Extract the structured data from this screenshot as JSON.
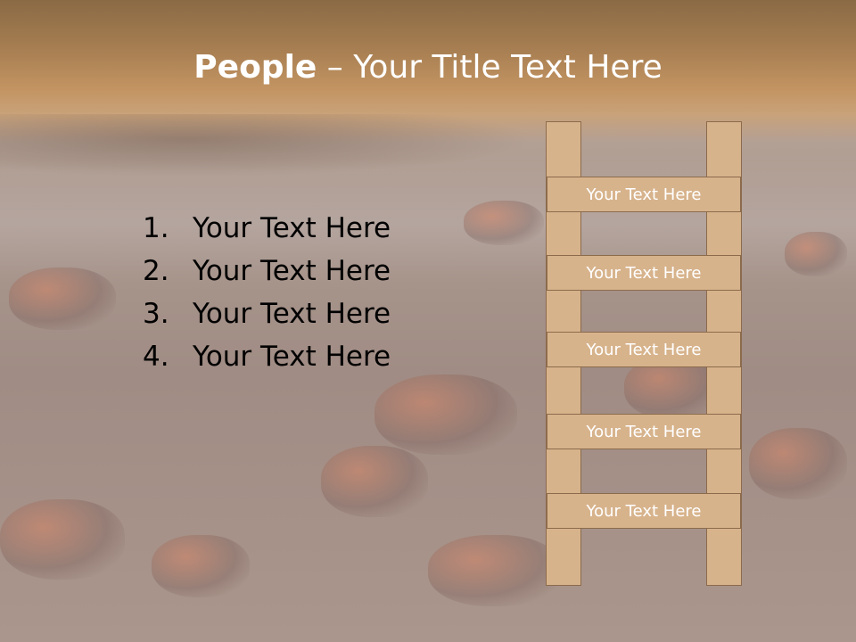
{
  "slide": {
    "title_bold": "People",
    "title_rest": " – Your Title Text Here",
    "list": [
      {
        "num": "1.",
        "text": "Your Text Here"
      },
      {
        "num": "2.",
        "text": "Your Text Here"
      },
      {
        "num": "3.",
        "text": "Your Text Here"
      },
      {
        "num": "4.",
        "text": "Your Text Here"
      }
    ],
    "ladder": [
      "Your Text Here",
      "Your Text Here",
      "Your Text Here",
      "Your Text Here",
      "Your Text Here"
    ],
    "colors": {
      "ladder_fill": "#d7b38c",
      "ladder_stroke": "#8c6b4c",
      "title": "#ffffff",
      "header_band": "#c39462"
    }
  }
}
